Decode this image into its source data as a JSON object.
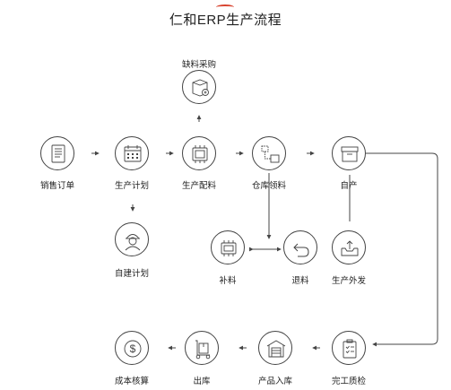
{
  "title": "仁和ERP生产流程",
  "nodes": {
    "sales_order": "销售订单",
    "production_plan": "生产计划",
    "production_kitting": "生产配料",
    "material_purchase": "缺料采购",
    "warehouse_picking": "仓库领料",
    "production": "自产",
    "self_plan": "自建计划",
    "replenish": "补料",
    "return_material": "退料",
    "outsourcing": "生产外发",
    "quality_check": "完工质检",
    "product_inbound": "产品入库",
    "outbound": "出库",
    "cost_accounting": "成本核算"
  },
  "colors": {
    "line": "#444444",
    "accent": "#d8432f"
  },
  "icons": {
    "sales_order": "document-list-icon",
    "production_plan": "calendar-icon",
    "production_kitting": "chip-icon",
    "material_purchase": "box-add-icon",
    "warehouse_picking": "flowchart-icon",
    "production": "package-icon",
    "self_plan": "worker-helmet-icon",
    "replenish": "chip-icon",
    "return_material": "return-arrow-icon",
    "outsourcing": "upload-box-icon",
    "quality_check": "clipboard-icon",
    "product_inbound": "warehouse-icon",
    "outbound": "hand-truck-icon",
    "cost_accounting": "dollar-icon"
  }
}
